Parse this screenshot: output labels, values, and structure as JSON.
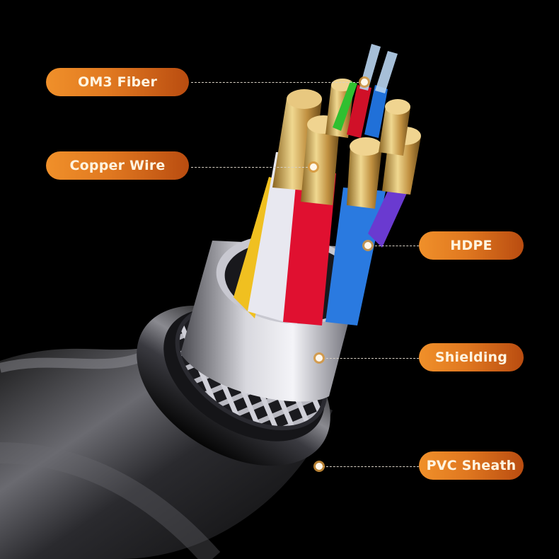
{
  "image": {
    "subject": "cross-section illustration of a fiber-optic hybrid cable",
    "background_color": "#000000",
    "accent_color": "#e07820"
  },
  "labels": [
    {
      "id": "om3-fiber",
      "text": "OM3 Fiber",
      "side": "left"
    },
    {
      "id": "copper-wire",
      "text": "Copper Wire",
      "side": "left"
    },
    {
      "id": "hdpe",
      "text": "HDPE",
      "side": "right"
    },
    {
      "id": "shielding",
      "text": "Shielding",
      "side": "right"
    },
    {
      "id": "pvc-sheath",
      "text": "PVC Sheath",
      "side": "right"
    }
  ],
  "colors": {
    "pill_start": "#f0902a",
    "pill_end": "#b94c10",
    "conductor_white": "#e8e8f0",
    "conductor_red": "#e01030",
    "conductor_blue": "#2a7ae0",
    "conductor_yellow": "#f0c020",
    "conductor_purple": "#6a3ad0",
    "fiber_green": "#30c030",
    "copper": "#d8b060",
    "sheath": "#2a2a2e"
  }
}
